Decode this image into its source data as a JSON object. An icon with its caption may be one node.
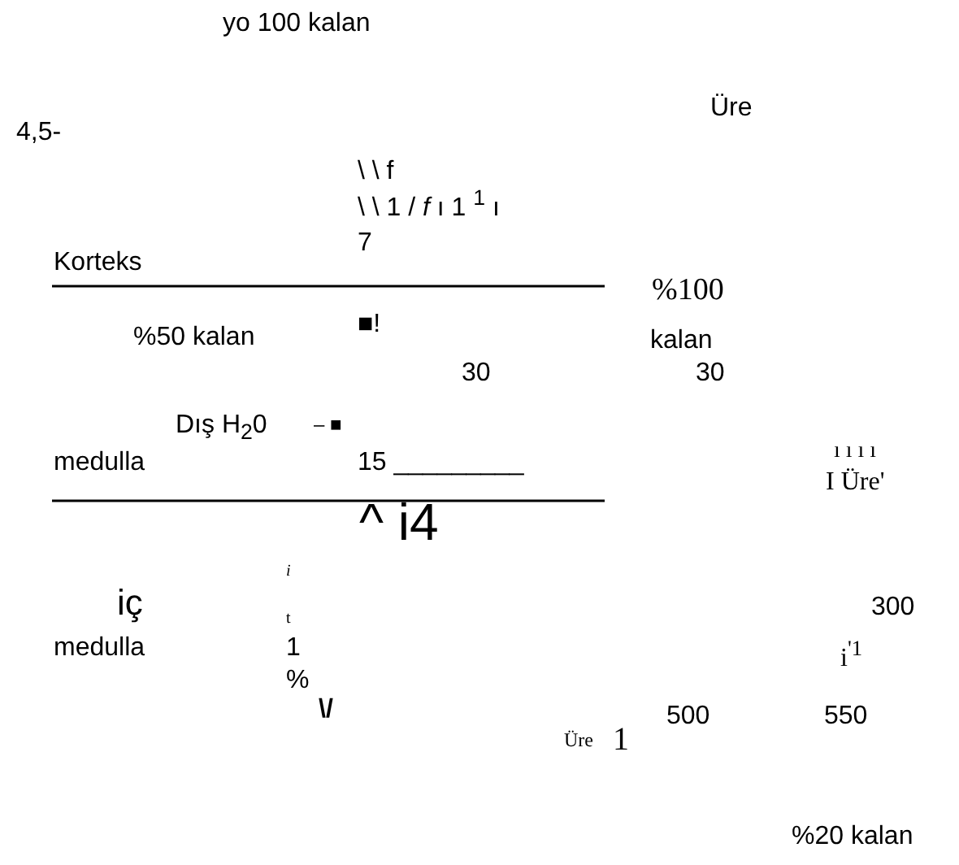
{
  "diagram": {
    "labels": [
      "yo 100 kalan",
      "Üre",
      "4,5-",
      "\\ \\ f",
      "\\ \\ 1 / *f* ı 1 $^{1}$ ı",
      "7",
      "Korteks",
      "%100",
      "%50 kalan",
      "■!",
      "kalan",
      "30",
      "30",
      "Dış H$_{2}$0",
      "– ■",
      "medulla",
      "15 _________",
      "ı ı ı ı",
      "I Üre'",
      "^ i4",
      "*i*",
      "iç",
      "t",
      "300",
      "medulla",
      "1",
      "i$^{'1}$",
      "%",
      "\\/",
      "500",
      "550",
      "Üre",
      "1",
      "%20 kalan"
    ]
  }
}
